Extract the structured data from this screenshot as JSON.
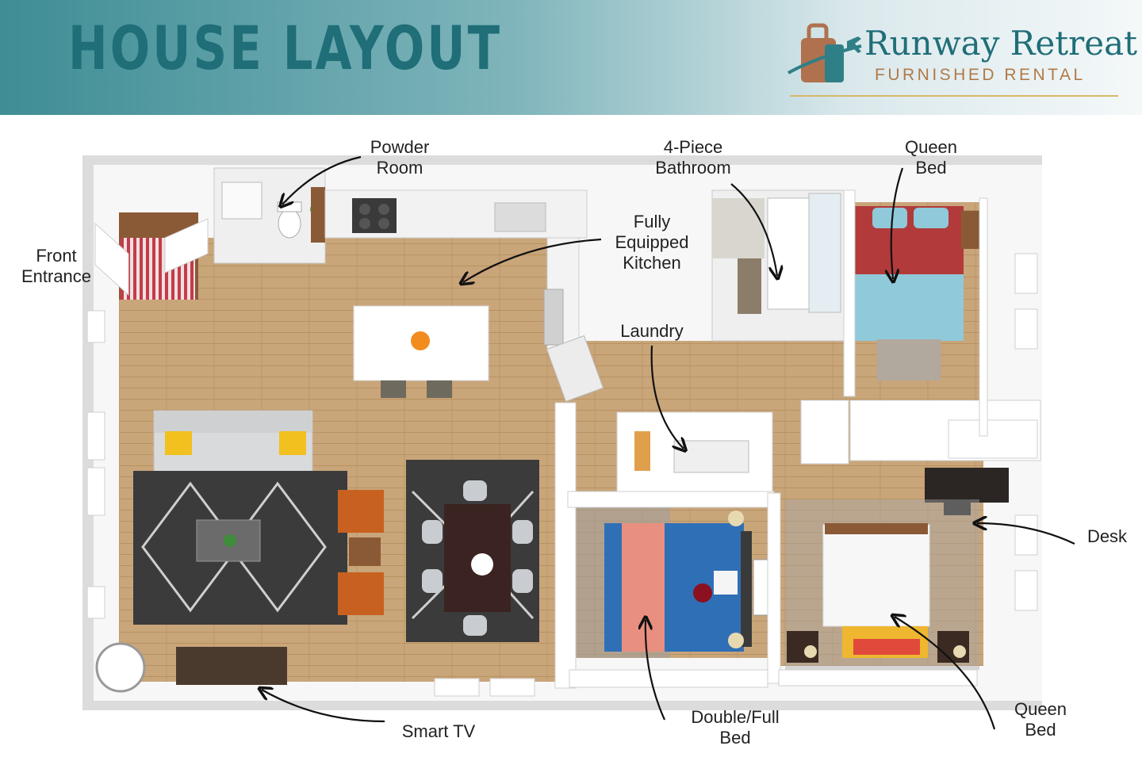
{
  "header": {
    "title": "HOUSE LAYOUT",
    "brand_name": "Runway Retreat",
    "brand_tagline": "FURNISHED RENTAL"
  },
  "labels": {
    "powder_room": "Powder\nRoom",
    "bathroom": "4-Piece\nBathroom",
    "queen_bed_top": "Queen\nBed",
    "front_entrance": "Front\nEntrance",
    "kitchen": "Fully\nEquipped\nKitchen",
    "laundry": "Laundry",
    "desk": "Desk",
    "smart_tv": "Smart TV",
    "double_full_bed": "Double/Full\nBed",
    "queen_bed_bottom": "Queen\nBed"
  },
  "colors": {
    "header_teal": "#1f6e78",
    "floor_wood": "#c9a57a",
    "wall": "#f4f4f4",
    "rug_dark": "#3b3b3b",
    "bed_red": "#b23a3a",
    "bed_light_blue": "#8fc9da",
    "bed_blue": "#2f6fb6",
    "bed_pink": "#e98f80",
    "logo_copper": "#b0714f"
  }
}
